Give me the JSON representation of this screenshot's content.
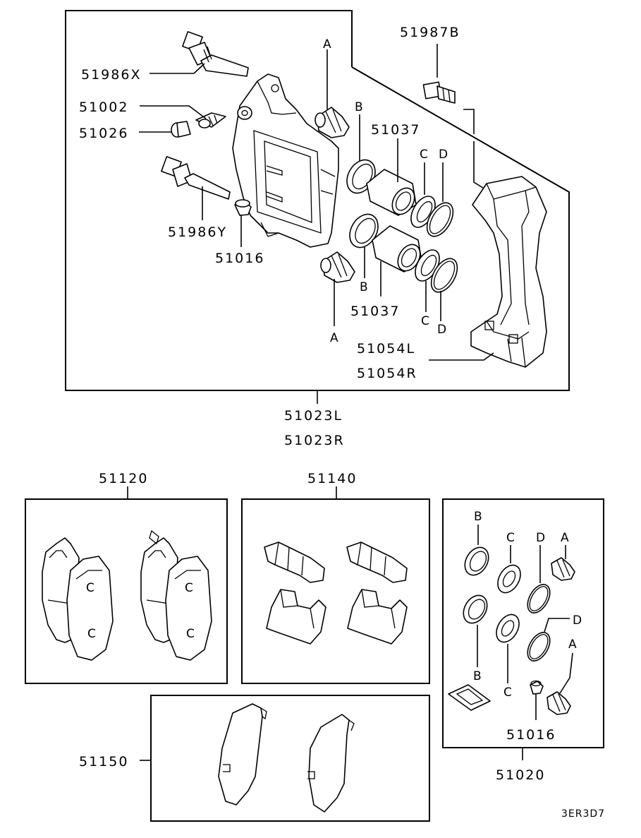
{
  "diagram_code": "3ER3D7",
  "labels": {
    "caliper_assembly": [
      "51023L",
      "51023R"
    ],
    "guide_pin_upper": "51986X",
    "bleeder_screw": "51002",
    "bleeder_cap": "51026",
    "guide_pin_lower": "51986Y",
    "pin_bushing_main": "51016",
    "support_bolt": "51987B",
    "piston_upper": "51037",
    "piston_lower": "51037",
    "support_bracket": [
      "51054L",
      "51054R"
    ],
    "pad_set": "51120",
    "pad_clip_set": "51140",
    "shim_set": "51150",
    "seal_kit": "51020",
    "kit_bushing": "51016"
  },
  "letters": {
    "boot_a": "A",
    "piston_boot_b": "B",
    "seal_c": "C",
    "ring_d": "D"
  }
}
